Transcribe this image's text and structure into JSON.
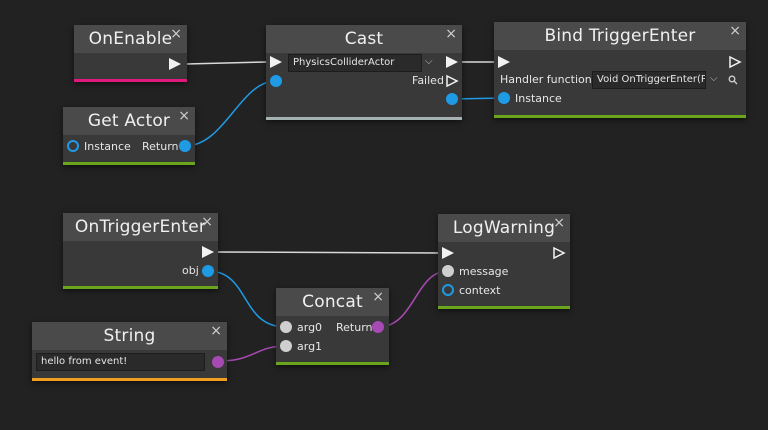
{
  "nodes": {
    "on_enable": {
      "title": "OnEnable",
      "close": "×",
      "bar_color": "#e0197d"
    },
    "cast": {
      "title": "Cast",
      "close": "×",
      "type_value": "PhysicsColliderActor",
      "failed_label": "Failed",
      "bar_color": "#a6b1b1"
    },
    "bind": {
      "title": "Bind TriggerEnter",
      "close": "×",
      "handler_label": "Handler function:",
      "handler_value": "Void OnTriggerEnter(Ph",
      "instance_label": "Instance",
      "bar_color": "#6aa51e"
    },
    "get_actor": {
      "title": "Get Actor",
      "close": "×",
      "instance_label": "Instance",
      "return_label": "Return",
      "bar_color": "#6aa51e"
    },
    "on_trigger": {
      "title": "OnTriggerEnter",
      "close": "×",
      "obj_label": "obj",
      "bar_color": "#6aa51e"
    },
    "log_warning": {
      "title": "LogWarning",
      "close": "×",
      "message_label": "message",
      "context_label": "context",
      "bar_color": "#6aa51e"
    },
    "concat": {
      "title": "Concat",
      "close": "×",
      "arg0_label": "arg0",
      "arg1_label": "arg1",
      "return_label": "Return",
      "bar_color": "#6aa51e"
    },
    "string": {
      "title": "String",
      "close": "×",
      "value": "hello from event!",
      "bar_color": "#f0a01e"
    }
  },
  "colors": {
    "background": "#222222",
    "header": "#4a4a4a",
    "body": "#393939",
    "wire_exec": "#d9d9d9",
    "wire_object": "#1f9be6",
    "wire_string": "#a84ab3"
  },
  "icons": {
    "exec_pin": "triangle-filled",
    "exec_pin_open": "triangle-outline",
    "object_pin": "circle-blue",
    "string_pin": "circle-purple",
    "dropdown": "chevron-down",
    "search": "magnifier"
  }
}
